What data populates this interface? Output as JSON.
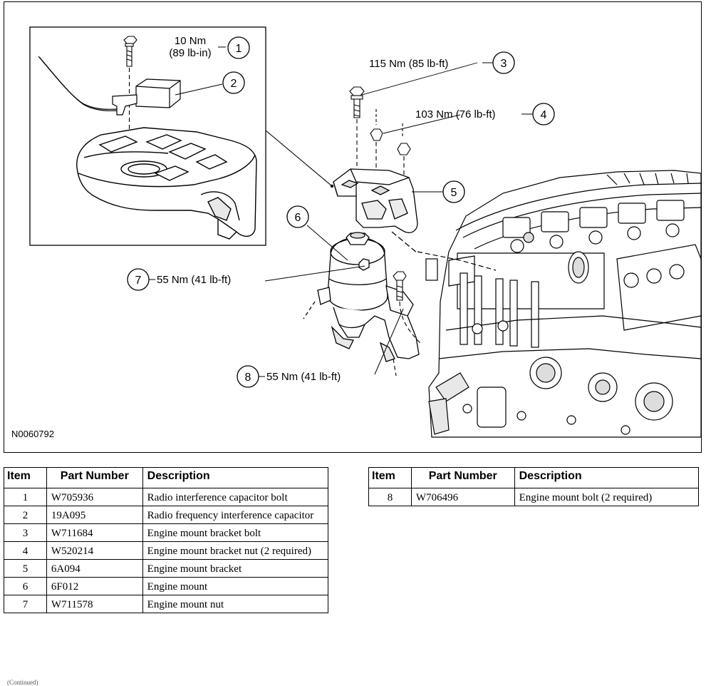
{
  "figure": {
    "code": "N0060792",
    "callouts": [
      {
        "number": "1",
        "torque": "10 Nm",
        "torque_line2": "(89 lb-in)"
      },
      {
        "number": "2",
        "torque": ""
      },
      {
        "number": "3",
        "torque": "115 Nm (85 lb-ft)"
      },
      {
        "number": "4",
        "torque": "103 Nm (76 lb-ft)"
      },
      {
        "number": "5",
        "torque": ""
      },
      {
        "number": "6",
        "torque": ""
      },
      {
        "number": "7",
        "torque": "55 Nm (41 lb-ft)"
      },
      {
        "number": "8",
        "torque": "55 Nm (41 lb-ft)"
      }
    ]
  },
  "table_headers": {
    "item": "Item",
    "part_number": "Part Number",
    "description": "Description"
  },
  "tables": [
    {
      "rows": [
        {
          "item": "1",
          "part_number": "W705936",
          "description": "Radio interference capacitor bolt"
        },
        {
          "item": "2",
          "part_number": "19A095",
          "description": "Radio frequency interference capacitor"
        },
        {
          "item": "3",
          "part_number": "W711684",
          "description": "Engine mount bracket bolt"
        },
        {
          "item": "4",
          "part_number": "W520214",
          "description": "Engine mount bracket nut (2 required)"
        },
        {
          "item": "5",
          "part_number": "6A094",
          "description": "Engine mount bracket"
        },
        {
          "item": "6",
          "part_number": "6F012",
          "description": "Engine mount"
        },
        {
          "item": "7",
          "part_number": "W711578",
          "description": "Engine mount nut"
        }
      ]
    },
    {
      "rows": [
        {
          "item": "8",
          "part_number": "W706496",
          "description": "Engine mount bolt (2 required)"
        }
      ]
    }
  ],
  "footer_note": "(Continued)"
}
